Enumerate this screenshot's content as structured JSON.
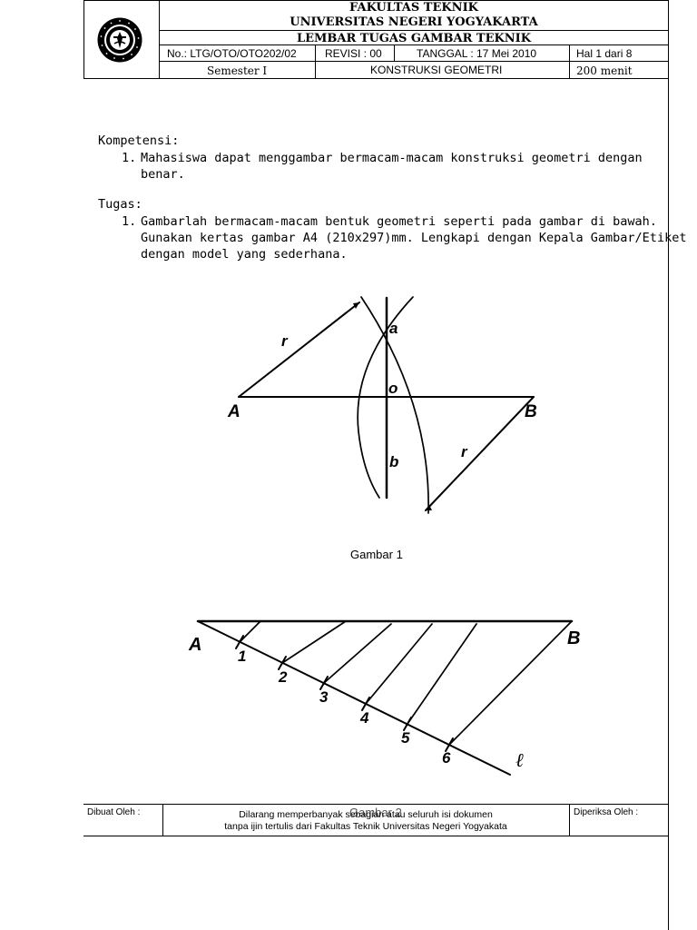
{
  "header": {
    "faculty": "FAKULTAS TEKNIK",
    "university": "UNIVERSITAS NEGERI YOGYAKARTA",
    "sheet_title": "LEMBAR TUGAS GAMBAR TEKNIK",
    "doc_no": "No.: LTG/OTO/OTO202/02",
    "revisi": "REVISI : 00",
    "tanggal": "TANGGAL : 17 Mei 2010",
    "halaman": "Hal 1 dari 8",
    "semester": "Semester I",
    "topic": "KONSTRUKSI GEOMETRI",
    "duration": "200 menit"
  },
  "content": {
    "kompetensi_label": "Kompetensi:",
    "kompetensi_items": [
      {
        "num": "1.",
        "line1": "Mahasiswa dapat menggambar bermacam-macam konstruksi geometri dengan",
        "line2": "benar."
      }
    ],
    "tugas_label": "Tugas:",
    "tugas_items": [
      {
        "num": "1.",
        "line1": "Gambarlah bermacam-macam bentuk geometri seperti pada gambar di bawah.",
        "line2": "Gunakan kertas gambar A4 (210x297)mm. Lengkapi dengan Kepala Gambar/Etiket",
        "line3": "dengan model yang sederhana."
      }
    ]
  },
  "figure1": {
    "caption": "Gambar 1",
    "labels": {
      "A": "A",
      "B": "B",
      "a": "a",
      "b": "b",
      "o": "o",
      "r1": "r",
      "r2": "r"
    }
  },
  "figure2": {
    "caption": "Gambar 2",
    "labels": {
      "A": "A",
      "B": "B",
      "l": "ℓ",
      "ticks": [
        "1",
        "2",
        "3",
        "4",
        "5",
        "6"
      ]
    }
  },
  "footer": {
    "dibuat": "Dibuat Oleh :",
    "notice_line1": "Dilarang memperbanyak sebagian atau seluruh isi dokumen",
    "notice_line2": "tanpa ijin tertulis dari Fakultas Teknik Universitas Negeri Yogyakata",
    "diperiksa": "Diperiksa Oleh :"
  }
}
